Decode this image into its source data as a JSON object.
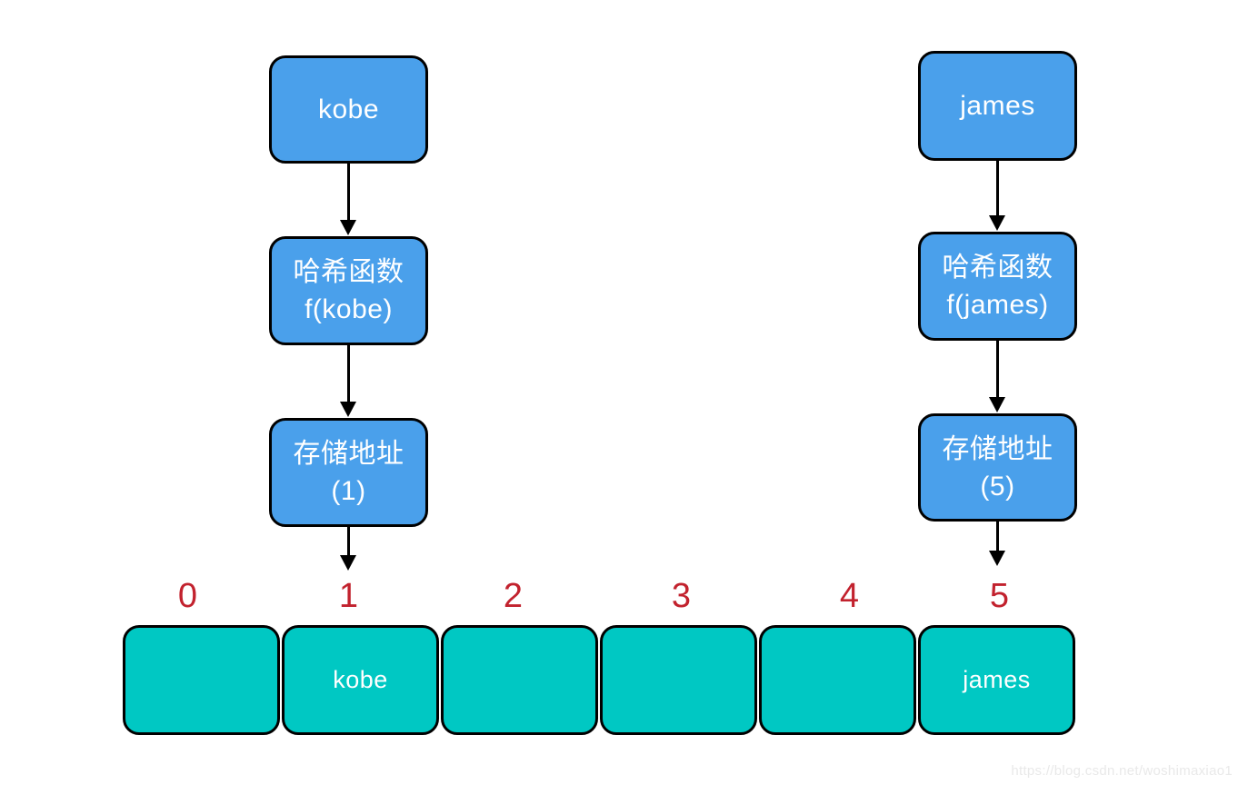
{
  "colors": {
    "flow_box_blue": "#4AA0EB",
    "table_cell_teal": "#00C8C3",
    "index_red": "#C2222E",
    "outline_black": "#000000",
    "text_white": "#FFFFFF",
    "watermark_gray": "#E9E9E9"
  },
  "flows": [
    {
      "key": "kobe",
      "hash": {
        "line1": "哈希函数",
        "line2": "f(kobe)"
      },
      "address": {
        "line1": "存储地址",
        "line2": "(1)"
      }
    },
    {
      "key": "james",
      "hash": {
        "line1": "哈希函数",
        "line2": "f(james)"
      },
      "address": {
        "line1": "存储地址",
        "line2": "(5)"
      }
    }
  ],
  "hash_table": {
    "indices": [
      "0",
      "1",
      "2",
      "3",
      "4",
      "5"
    ],
    "cells": [
      "",
      "kobe",
      "",
      "",
      "",
      "james"
    ]
  },
  "watermark": "https://blog.csdn.net/woshimaxiao1"
}
